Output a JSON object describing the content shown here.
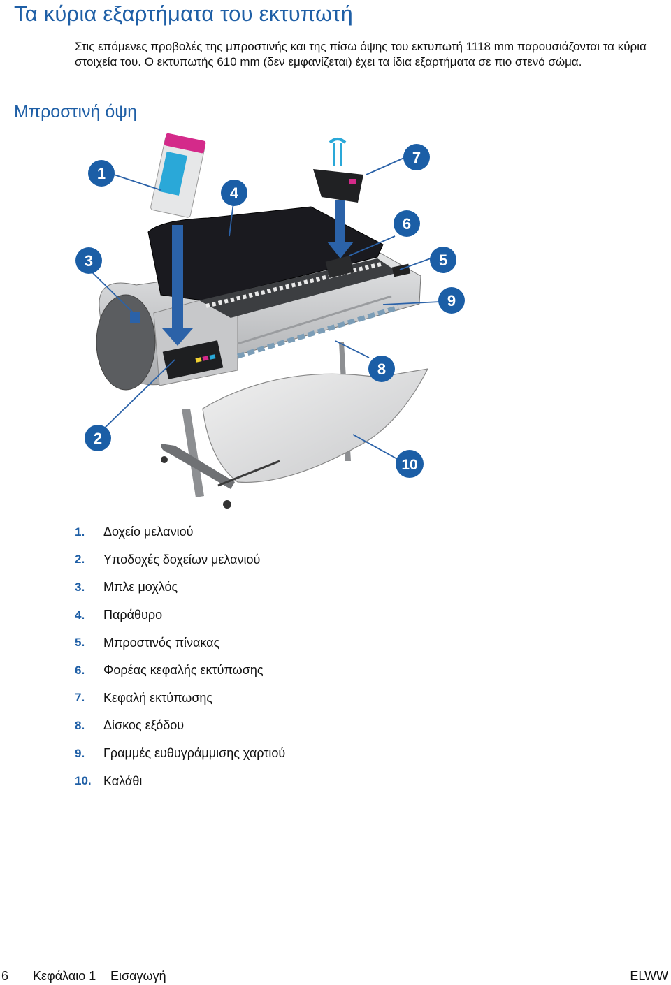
{
  "page": {
    "title": "Τα κύρια εξαρτήματα του εκτυπωτή",
    "intro": "Στις επόμενες προβολές της μπροστινής και της πίσω όψης του εκτυπωτή 1118 mm παρουσιάζονται τα κύρια στοιχεία του. Ο εκτυπωτής 610 mm (δεν εμφανίζεται) έχει τα ίδια εξαρτήματα σε πιο στενό σώμα.",
    "section_title": "Μπροστινή όψη"
  },
  "figure": {
    "callouts": [
      "1",
      "2",
      "3",
      "4",
      "5",
      "6",
      "7",
      "8",
      "9",
      "10"
    ],
    "colors": {
      "callout_fill": "#1b5ea6",
      "arrow": "#2b62a8",
      "body": "#cfd1d3",
      "window": "#1a1a1f",
      "magenta": "#d42a8a",
      "cyan": "#2aa8d8"
    }
  },
  "parts": [
    {
      "num": "1.",
      "label": "Δοχείο μελανιού"
    },
    {
      "num": "2.",
      "label": "Υποδοχές δοχείων μελανιού"
    },
    {
      "num": "3.",
      "label": "Μπλε μοχλός"
    },
    {
      "num": "4.",
      "label": "Παράθυρο"
    },
    {
      "num": "5.",
      "label": "Μπροστινός πίνακας"
    },
    {
      "num": "6.",
      "label": "Φορέας κεφαλής εκτύπωσης"
    },
    {
      "num": "7.",
      "label": "Κεφαλή εκτύπωσης"
    },
    {
      "num": "8.",
      "label": "Δίσκος εξόδου"
    },
    {
      "num": "9.",
      "label": "Γραμμές ευθυγράμμισης χαρτιού"
    },
    {
      "num": "10.",
      "label": "Καλάθι"
    }
  ],
  "footer": {
    "page_number": "6",
    "chapter": "Κεφάλαιο 1",
    "section": "Εισαγωγή",
    "doc_code": "ELWW"
  }
}
